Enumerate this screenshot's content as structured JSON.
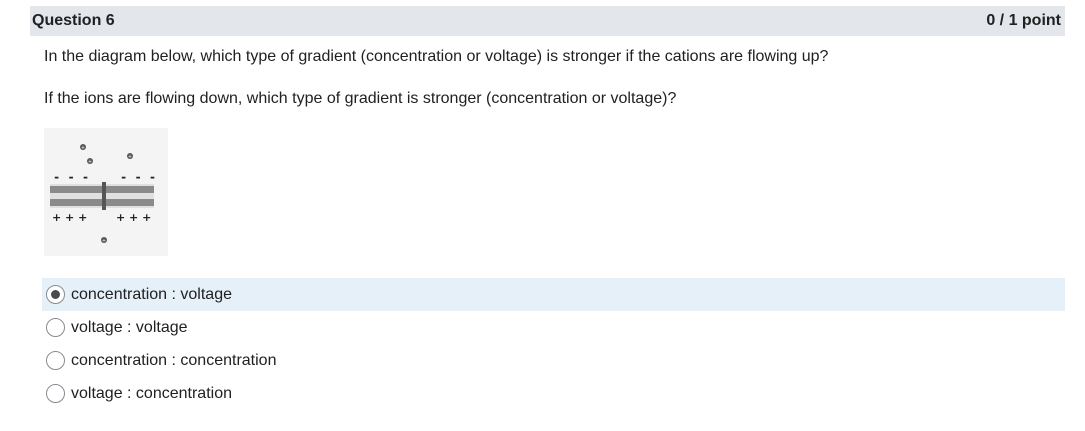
{
  "question": {
    "title": "Question 6",
    "points": "0 / 1 point",
    "text_1": "In the diagram below, which type of gradient (concentration or voltage) is stronger if the cations are flowing up?",
    "text_2": "If the ions are flowing down, which type of gradient is stronger (concentration or voltage)?"
  },
  "diagram": {
    "top_charges": "- - -",
    "bottom_charges": "+ + +"
  },
  "answers": [
    {
      "label": "concentration : voltage",
      "selected": true
    },
    {
      "label": "voltage : voltage",
      "selected": false
    },
    {
      "label": "concentration : concentration",
      "selected": false
    },
    {
      "label": "voltage : concentration",
      "selected": false
    }
  ],
  "colors": {
    "header_bg": "#e3e6ea",
    "selected_bg": "#e6f0f9",
    "membrane": "#888888"
  }
}
